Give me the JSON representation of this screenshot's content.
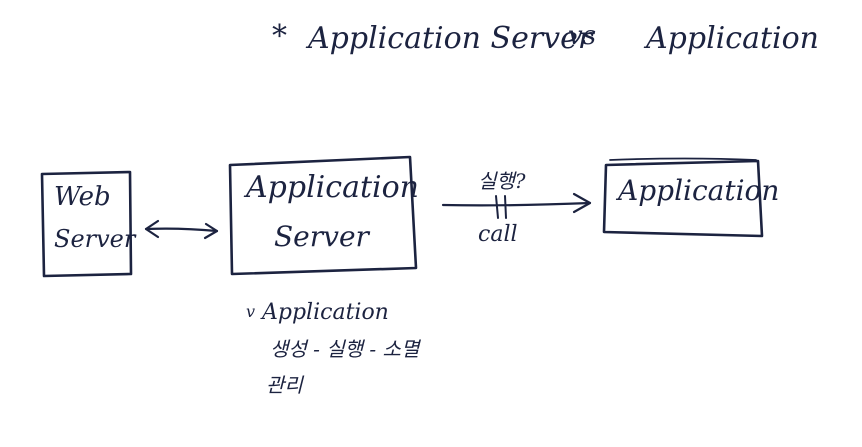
{
  "title": {
    "star": "*",
    "left": "Application Server",
    "vs": "vs",
    "right": "Application"
  },
  "boxes": {
    "web_server": {
      "line1": "Web",
      "line2": "Server"
    },
    "app_server": {
      "line1": "Application",
      "line2": "Server"
    },
    "application": {
      "label": "Application"
    }
  },
  "arrow_labels": {
    "top": "실행?",
    "bottom": "call"
  },
  "note": {
    "bullet": "v",
    "line1": "Application",
    "line2": "생성 - 실행 - 소멸",
    "line3": "관리"
  },
  "colors": {
    "ink": "#1c2340",
    "background": "#ffffff"
  }
}
